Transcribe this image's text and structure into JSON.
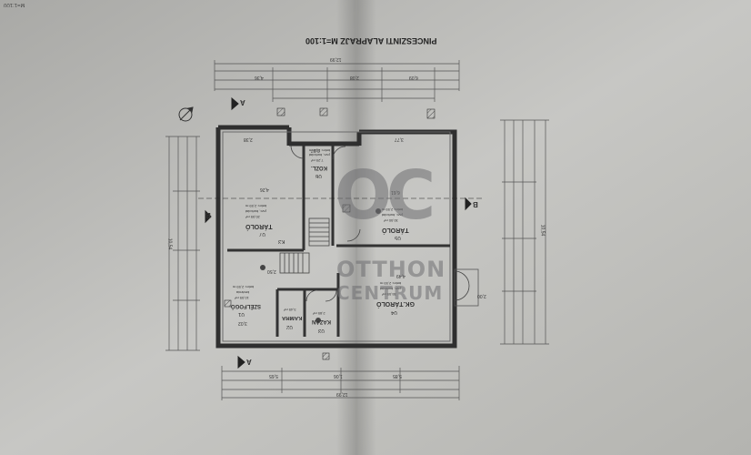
{
  "sheet": {
    "title": "PINCESZINTI ALAPRAJZ M=1:100",
    "corner_note": "M=1:100"
  },
  "rooms": [
    {
      "id": "07",
      "name": "TÁROLÓ",
      "area": "20,59 m²",
      "floor": "pvc, burkolat",
      "height": "belm: 2,59 m"
    },
    {
      "id": "06",
      "name": "KÖZL.",
      "area": "7,29 m²",
      "floor": "pvc, burkolat",
      "height": "belm: 2,59 m"
    },
    {
      "id": "05",
      "name": "TÁROLÓ",
      "area": "30,50 m²",
      "floor": "pvc, burkolat",
      "height": "belm: 2,59 m"
    },
    {
      "id": "01",
      "name": "SZÉLFOGÓ",
      "area": "10,59 m²",
      "floor": "kerámia",
      "height": "belm: 2,59 m"
    },
    {
      "id": "02",
      "name": "KAMRA",
      "area": "3,49 m²",
      "floor": "",
      "height": ""
    },
    {
      "id": "03",
      "name": "KAZÁN",
      "area": "2,85 m²",
      "floor": "",
      "height": ""
    },
    {
      "id": "04",
      "name": "GK.TÁROLÓ",
      "area": "35,59 m²",
      "floor": "pvc, burkolat",
      "height": "belm: 2,59 m"
    }
  ],
  "sections": {
    "a": "A",
    "b": "B"
  },
  "stair_label": "K3",
  "dimensions": {
    "top_total": "12,99",
    "bottom_total": "12,99",
    "right_total": "10,54",
    "left_total": "10,54",
    "top_parts": [
      "4,36",
      "2,08",
      "6,09"
    ],
    "bottom_parts": [
      "5,65",
      "1,06",
      "5,85"
    ],
    "inner": [
      "2,38",
      "0,97",
      "3,77",
      "4,26",
      "6,61",
      "2,50",
      "4,49",
      "2,00",
      "3,02"
    ]
  },
  "watermark": {
    "logo": "OC",
    "line1": "OTTHON",
    "line2": "CENTRUM"
  },
  "colors": {
    "paper": "#c6c6c3",
    "wall": "#2f2f2f",
    "line": "#4a4a4a",
    "watermark": "#6f6f72"
  }
}
